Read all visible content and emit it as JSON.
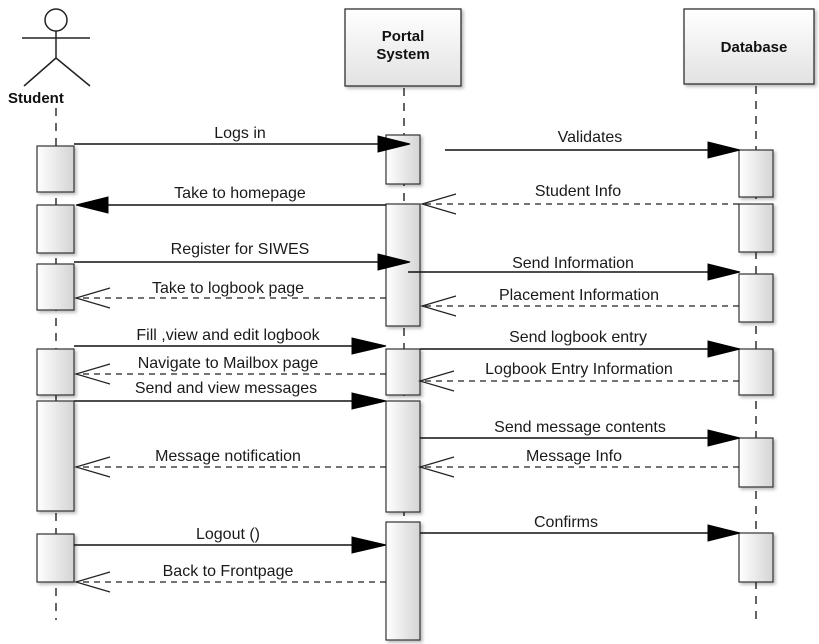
{
  "participants": {
    "student": "Student",
    "portal_line1": "Portal",
    "portal_line2": "System",
    "database": "Database"
  },
  "messages": {
    "m1": "Logs in",
    "m2": "Validates",
    "m3": "Student Info",
    "m4": "Take to homepage",
    "m5": "Register for SIWES",
    "m6": "Send Information",
    "m7": "Placement Information",
    "m8": "Take to logbook page",
    "m9": "Fill ,view and edit logbook",
    "m10": "Send logbook entry",
    "m11": "Logbook Entry Information",
    "m12": "Navigate to Mailbox page",
    "m13": "Send and view messages",
    "m14": "Send message contents",
    "m15": "Message Info",
    "m16": "Message  notification",
    "m17": "Logout ()",
    "m18": "Confirms",
    "m19": "Back to Frontpage"
  },
  "colors": {
    "line": "#222222",
    "arrowhead": "#000000",
    "box_fill_light": "#ffffff",
    "box_fill_dark": "#d9d9d9"
  }
}
